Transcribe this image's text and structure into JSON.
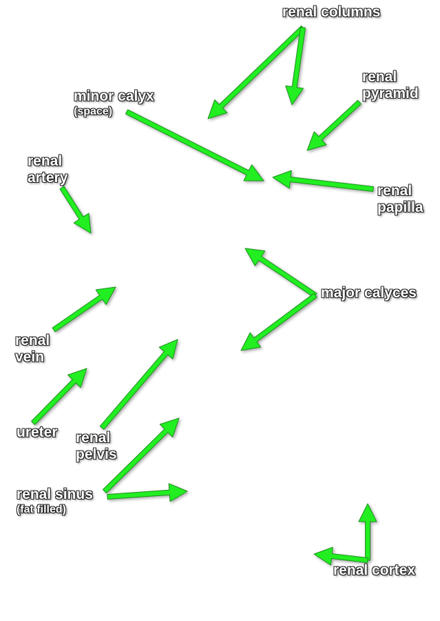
{
  "colors": {
    "arrow": "#22ee22",
    "arrow_outline": "#1a8f1a",
    "label_text": "#ffffff",
    "label_outline": "#222222"
  },
  "labels": {
    "renal_columns": "renal columns",
    "renal_pyramid": {
      "line1": "renal",
      "line2": "pyramid"
    },
    "minor_calyx": {
      "line1": "minor calyx",
      "line2": "(space)"
    },
    "renal_artery": {
      "line1": "renal",
      "line2": "artery"
    },
    "renal_papilla": {
      "line1": "renal",
      "line2": "papilla"
    },
    "major_calyces": "major calyces",
    "renal_vein": {
      "line1": "renal",
      "line2": "vein"
    },
    "ureter": "ureter",
    "renal_pelvis": {
      "line1": "renal",
      "line2": "pelvis"
    },
    "renal_sinus": {
      "line1": "renal sinus",
      "line2": "(fat filled)"
    },
    "renal_cortex": "renal cortex"
  },
  "arrow_icon": "arrow-icon"
}
